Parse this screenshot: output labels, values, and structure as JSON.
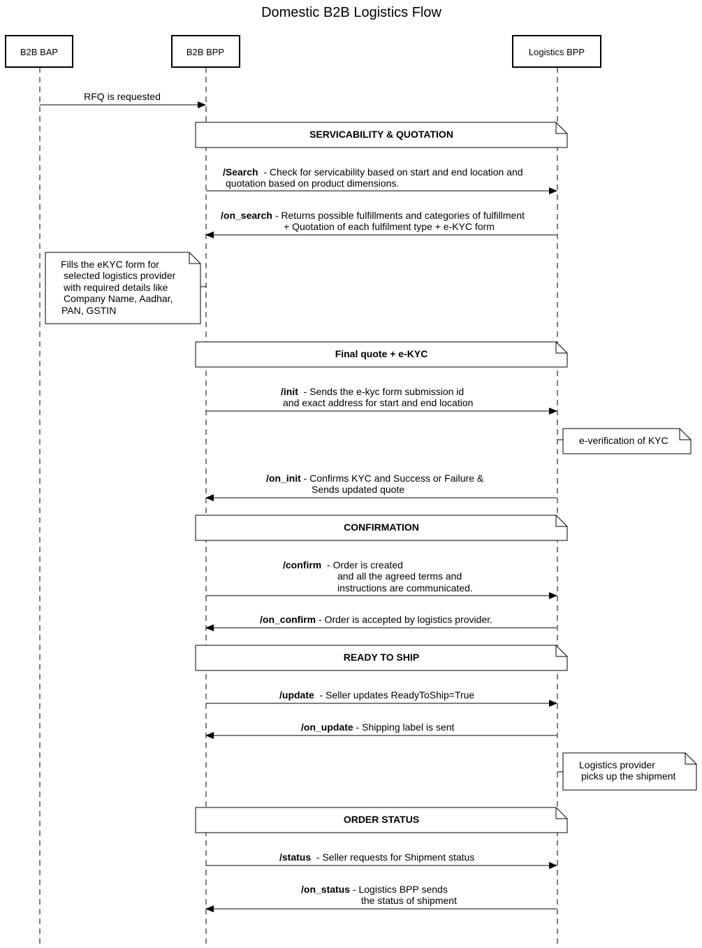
{
  "title": "Domestic B2B Logistics Flow",
  "actors": [
    "B2B BAP",
    "B2B BPP",
    "Logistics BPP"
  ],
  "messages": [
    {
      "command": "",
      "lines": [
        "RFQ is requested"
      ]
    },
    {
      "command": "/Search",
      "lines": [
        "  - Check for servicability based on start and end location and",
        "quotation based on product dimensions."
      ]
    },
    {
      "command": "/on_search",
      "lines": [
        " - Returns possible fulfillments and categories of fulfillment",
        "+ Quotation of each fulfilment type + e-KYC form"
      ]
    },
    {
      "command": "/init",
      "lines": [
        "  - Sends the e-kyc form submission id",
        "and exact address for start and end location"
      ]
    },
    {
      "command": "/on_init",
      "lines": [
        " - Confirms KYC and Success or Failure &",
        "Sends updated quote"
      ]
    },
    {
      "command": "/confirm",
      "lines": [
        "  - Order is created",
        "and all the agreed terms and",
        "instructions are communicated."
      ]
    },
    {
      "command": "/on_confirm",
      "lines": [
        " - Order is accepted by logistics provider."
      ]
    },
    {
      "command": "/update",
      "lines": [
        "  - Seller updates ReadyToShip=True"
      ]
    },
    {
      "command": "/on_update",
      "lines": [
        " - Shipping label is sent"
      ]
    },
    {
      "command": "/status",
      "lines": [
        "  - Seller requests for Shipment status"
      ]
    },
    {
      "command": "/on_status",
      "lines": [
        " - Logistics BPP sends",
        "the status of shipment"
      ]
    }
  ],
  "sections": [
    "SERVICABILITY & QUOTATION",
    "Final quote + e-KYC",
    "CONFIRMATION",
    "READY TO SHIP",
    "ORDER STATUS"
  ],
  "notes": [
    {
      "lines": [
        "Fills the eKYC form for",
        "selected logistics provider",
        "with required details like",
        "Company Name, Aadhar,",
        "PAN, GSTIN"
      ]
    },
    {
      "lines": [
        "e-verification of KYC"
      ]
    },
    {
      "lines": [
        "Logistics provider",
        "picks up the shipment"
      ]
    }
  ]
}
